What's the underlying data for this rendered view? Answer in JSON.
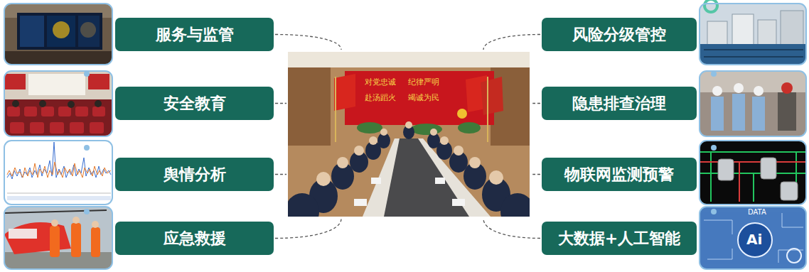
{
  "diagram": {
    "nodes": [
      {
        "text": [
          "服务与监管"
        ]
      },
      {
        "text": [
          "安全教育"
        ]
      },
      {
        "text": [
          "舆情分析"
        ]
      },
      {
        "text": [
          "应急救援"
        ]
      },
      {
        "text": [
          "对党忠诚 纪律严明 赴汤蹈火 竭诚为民"
        ]
      },
      {
        "text": [
          "风险分级管控"
        ]
      },
      {
        "text": [
          "隐患排查治理"
        ]
      },
      {
        "text": [
          "物联网监测预警"
        ]
      },
      {
        "text": [
          "大数据+人工智能"
        ]
      }
    ],
    "edges": [
      {
        "from": 0,
        "to": 4,
        "arrow": "none"
      },
      {
        "from": 1,
        "to": 4,
        "arrow": "none"
      },
      {
        "from": 2,
        "to": 4,
        "arrow": "none"
      },
      {
        "from": 3,
        "to": 4,
        "arrow": "none"
      },
      {
        "from": 5,
        "to": 4,
        "arrow": "none"
      },
      {
        "from": 6,
        "to": 4,
        "arrow": "none"
      },
      {
        "from": 7,
        "to": 4,
        "arrow": "none"
      },
      {
        "from": 8,
        "to": 4,
        "arrow": "none"
      }
    ],
    "labels": [
      "DATA",
      "Ai"
    ]
  }
}
